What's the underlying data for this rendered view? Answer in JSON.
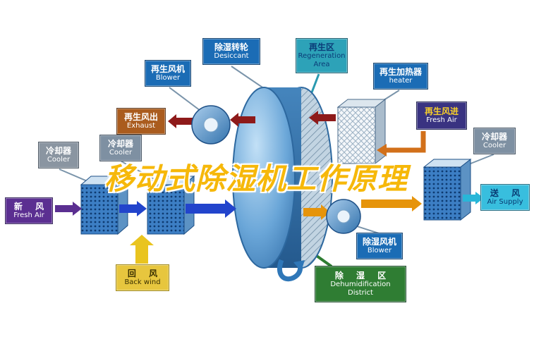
{
  "title": "移动式除湿机工作原理",
  "labels": {
    "regen_blower": {
      "zh": "再生风机",
      "en": "Blower"
    },
    "desiccant_wheel": {
      "zh": "除湿转轮",
      "en": "Desiccant"
    },
    "regen_area": {
      "zh": "再生区",
      "en": "Regeneration Area"
    },
    "regen_heater": {
      "zh": "再生加热器",
      "en": "heater"
    },
    "regen_exhaust": {
      "zh": "再生风出",
      "en": "Exhaust"
    },
    "regen_fresh_air": {
      "zh": "再生风进",
      "en": "Fresh Air"
    },
    "cooler_left_outer": {
      "zh": "冷却器",
      "en": "Cooler"
    },
    "cooler_left_inner": {
      "zh": "冷却器",
      "en": "Cooler"
    },
    "cooler_right": {
      "zh": "冷却器",
      "en": "Cooler"
    },
    "fresh_air": {
      "zh": "新 风",
      "en": "Fresh Air"
    },
    "air_supply": {
      "zh": "送 风",
      "en": "Air Supply"
    },
    "back_wind": {
      "zh": "回 风",
      "en": "Back wind"
    },
    "dehumid_blower": {
      "zh": "除湿风机",
      "en": "Blower"
    },
    "dehumid_district": {
      "zh": "除 湿 区",
      "en": "Dehumidification District"
    }
  },
  "colors": {
    "label_blue": "#1b6cb5",
    "label_teal": "#2da2b8",
    "label_slate": "#7e90a2",
    "label_purple": "#5b2f91",
    "label_cyan": "#38bede",
    "label_yellow": "#e7c63e",
    "label_green": "#2f7d33",
    "label_brown": "#aa5c1e",
    "label_indigo": "#393381",
    "arrow_red": "#8e1a1a",
    "arrow_orange": "#e6940b",
    "arrow_blue": "#2244cc",
    "watermark_gold": "#f6b80a"
  }
}
